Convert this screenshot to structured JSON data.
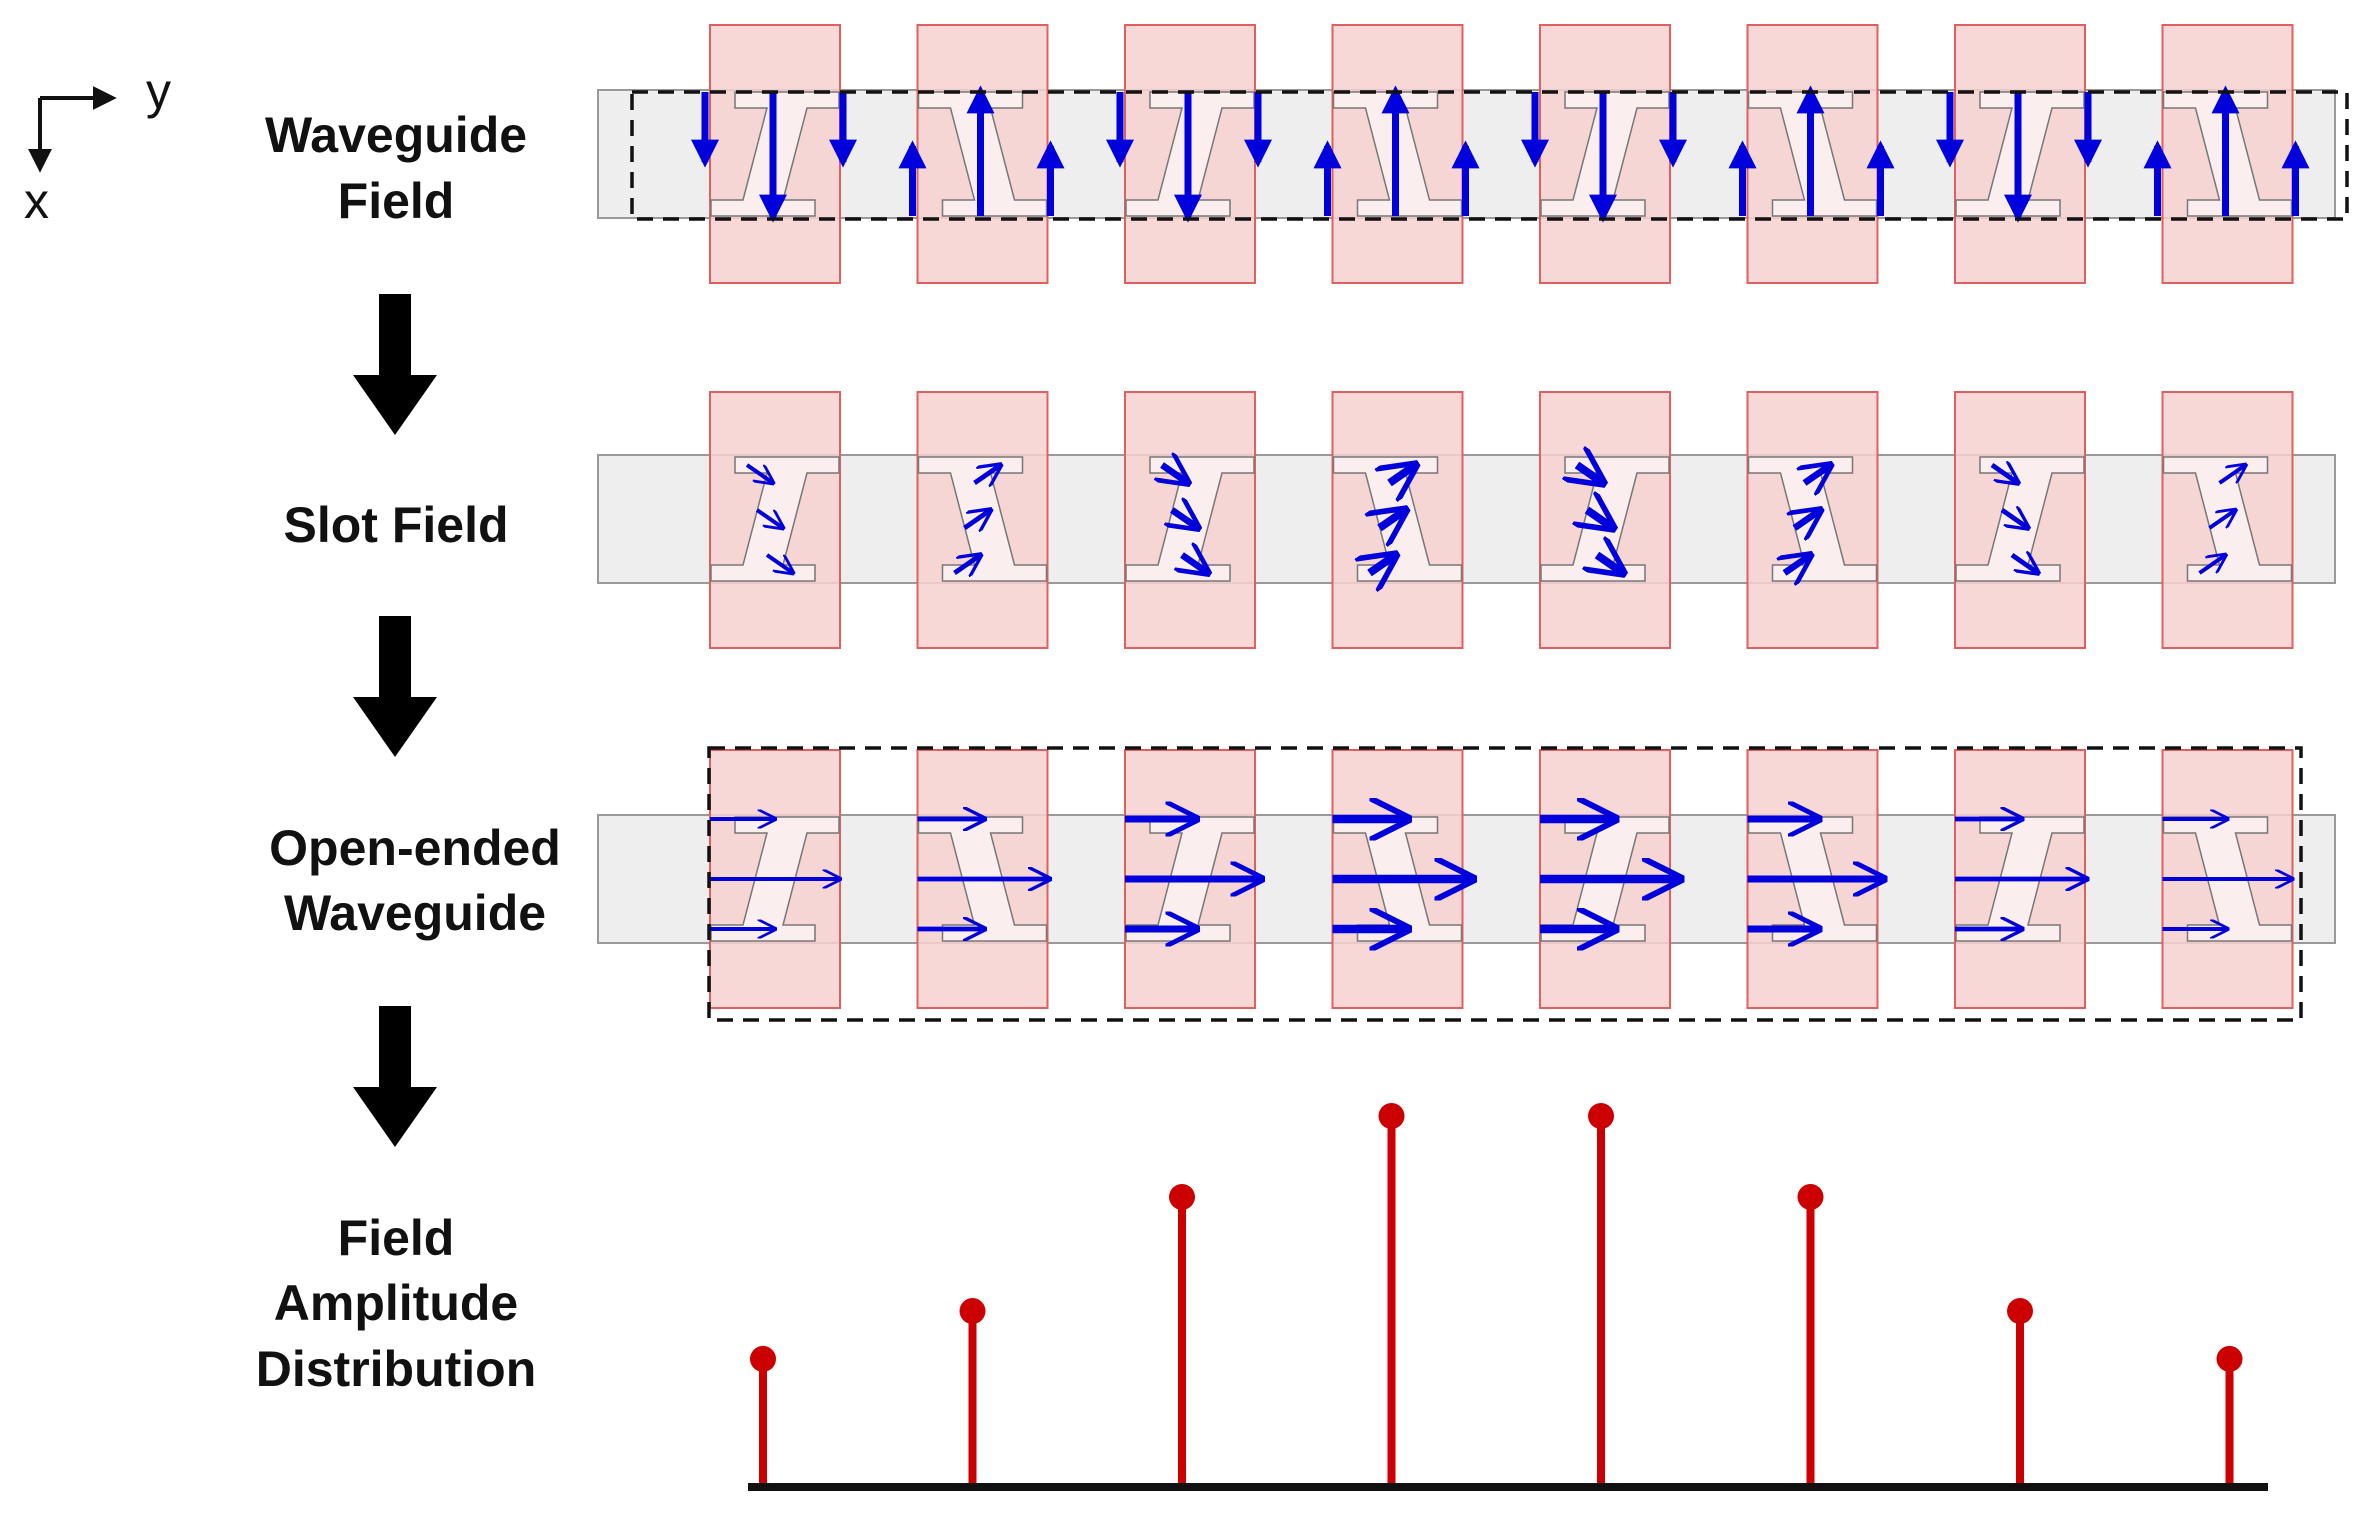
{
  "axes": {
    "x_label": "x",
    "y_label": "y"
  },
  "rows": [
    {
      "id": "waveguide-field",
      "label_lines": [
        "Waveguide",
        "Field"
      ]
    },
    {
      "id": "slot-field",
      "label_lines": [
        "Slot Field"
      ]
    },
    {
      "id": "open-ended-waveguide",
      "label_lines": [
        "Open-ended",
        "Waveguide"
      ]
    },
    {
      "id": "field-amplitude-distribution",
      "label_lines": [
        "Field",
        "Amplitude",
        "Distribution"
      ]
    }
  ],
  "colors": {
    "element_fill": "#f7d0d0",
    "element_stroke": "#e06060",
    "waveguide_fill": "#eeeeee",
    "waveguide_stroke": "#999999",
    "arrow": "#0000dd",
    "stem": "#cc0000",
    "baseline": "#111111",
    "flow_arrow": "#000000"
  },
  "elements": {
    "count": 8,
    "amplitudes": [
      0.34,
      0.47,
      0.78,
      1.0,
      1.0,
      0.78,
      0.47,
      0.34
    ],
    "slot_tilt": [
      -1,
      1,
      -1,
      1,
      -1,
      1,
      -1,
      1
    ],
    "slot_arrow_direction": [
      "right-down",
      "right-up",
      "right-down",
      "right-up",
      "right-down",
      "right-up",
      "right-down",
      "right-up"
    ],
    "waveguide_field_polarity": [
      -1,
      1,
      -1,
      1,
      -1,
      1,
      -1,
      1
    ]
  }
}
